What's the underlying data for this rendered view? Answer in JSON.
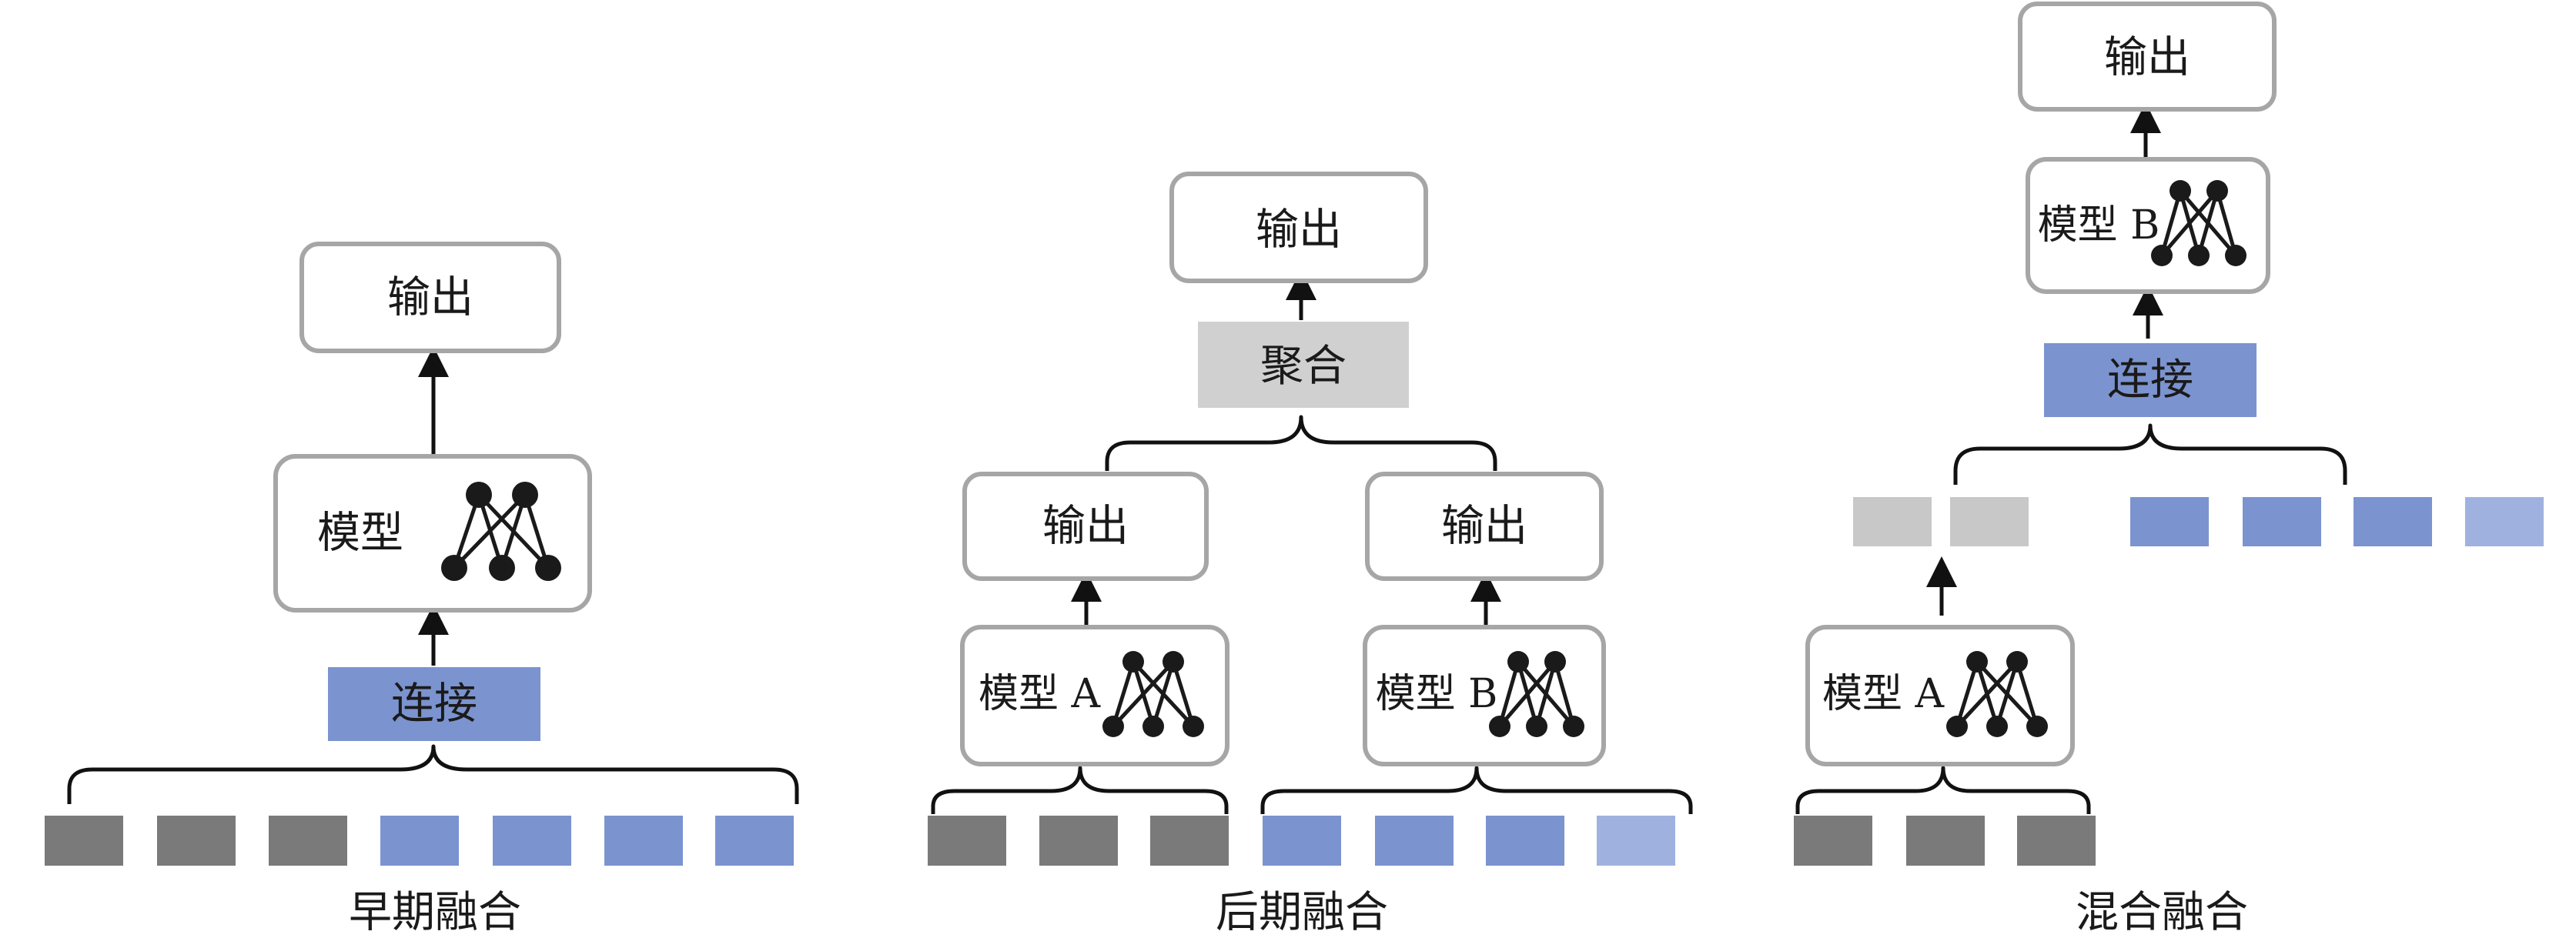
{
  "labels": {
    "output": "输出",
    "model": "模型",
    "model_a": "模型 A",
    "model_b": "模型 B",
    "concat": "连接",
    "aggregate": "聚合"
  },
  "captions": {
    "early": "早期融合",
    "late": "后期融合",
    "hybrid": "混合融合"
  },
  "colors": {
    "modality_gray": "#7a7a7a",
    "modality_blue": "#7b93cf",
    "modality_light_blue": "#9fb2df",
    "hybrid_feature_gray": "#c8c8c8",
    "concat_fill": "#7b93cf",
    "aggregate_fill": "#d0d0d0",
    "box_border": "#a6a6a6"
  },
  "icons": {
    "network": "neural-network-icon"
  }
}
